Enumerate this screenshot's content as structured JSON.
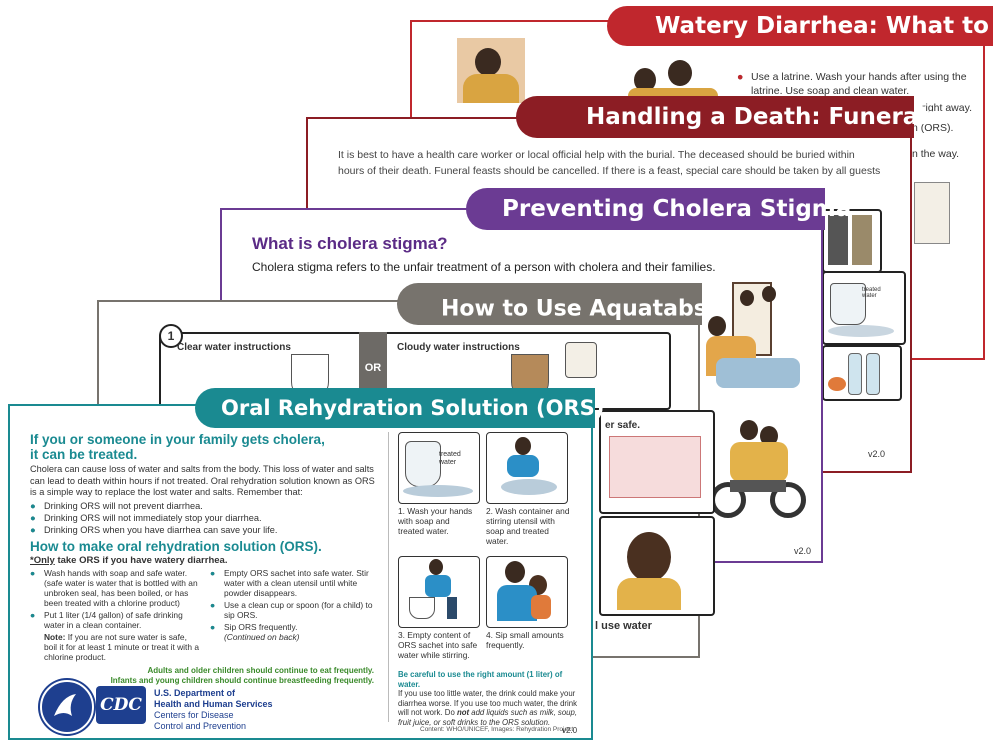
{
  "watery": {
    "title": "Watery Diarrhea: What to Do",
    "line1": "Use a latrine. Wash your hands after using the",
    "line2": "latrine. Use soap and clean water.",
    "frag1": "right away.",
    "frag2": "n (ORS).",
    "frag3": "n the way."
  },
  "funeral": {
    "title": "Handling a Death: Funerals",
    "line1": "It is best to have a health care worker or local official help with the burial. The deceased should be buried within",
    "line2": "hours of their death. Funeral feasts should be cancelled. If there is a feast, special care should be taken by all guests",
    "jug_label": "treated water",
    "version": "v2.0"
  },
  "stigma": {
    "title": "Preventing Cholera Stigma",
    "heading": "What is cholera stigma?",
    "body": "Cholera stigma refers to the unfair treatment of a person with cholera and their families.",
    "version": "v2.0"
  },
  "aquatabs": {
    "title": "How to Use Aquatabs",
    "title_mark": "*",
    "step": "1",
    "clear": "Clear  water instructions",
    "or": "OR",
    "cloudy": "Cloudy water instructions",
    "frag_safe": "er safe.",
    "frag_use": "l use water"
  },
  "ors": {
    "title": "Oral Rehydration Solution (ORS)",
    "h1_line1": "If you or someone in your family gets cholera,",
    "h1_line2": "it can be treated.",
    "intro": "Cholera can cause loss of water and salts from the body. This loss of water and salts can lead to death within hours if not treated. Oral rehydration solution known as ORS is a simple way to replace the lost water and salts. Remember that:",
    "bullets": [
      "Drinking ORS will not prevent diarrhea.",
      "Drinking ORS will not immediately stop your diarrhea.",
      "Drinking ORS when you have diarrhea can save your life."
    ],
    "h2": "How to make oral rehydration solution (ORS).",
    "only_prefix": "*Only",
    "only_rest": " take ORS if you have watery diarrhea.",
    "left_steps": [
      "Wash hands with soap and safe water. (safe water is water that is bottled with an unbroken seal, has been boiled, or has been treated with a chlorine product)",
      "Put 1 liter (1/4 gallon) of safe drinking water in a clean container."
    ],
    "note_label": "Note:",
    "note_text": " If you are not sure water is safe, boil it for at least 1 minute or treat it with a chlorine product.",
    "right_steps": [
      "Empty ORS sachet into safe water. Stir water with a clean utensil until white powder disappears.",
      "Use a clean cup or spoon (for a child) to sip ORS.",
      "Sip ORS frequently."
    ],
    "continued": "(Continued on back)",
    "green1": "Adults and older children should continue to eat frequently.",
    "green2": "Infants and young children should continue breastfeeding frequently.",
    "captions": [
      "1.  Wash your hands with soap and treated water.",
      "2.  Wash container and stirring utensil with soap and treated water.",
      "3.  Empty content of ORS sachet into safe water while stirring.",
      "4.  Sip small amounts frequently."
    ],
    "img_label": "treated water",
    "careful_title": "Be careful to use the right amount (1 liter) of water.",
    "careful_text": "If you use too little water, the drink could make your diarrhea worse. If you use too much water, the drink will not work.",
    "careful_do": " Do ",
    "careful_not": "not",
    "careful_end": " add liquids such as milk, soup, fruit juice, or soft drinks to the ORS solution.",
    "credit": "Content: WHO/UNICEF, Images: Rehydration Project",
    "version": "v2.0",
    "hhs1": "U.S. Department of",
    "hhs2": "Health and Human Services",
    "cdc1": "Centers for Disease",
    "cdc2": "Control and Prevention",
    "cdc_logo": "CDC"
  },
  "colors": {
    "watery": "#c0272d",
    "funeral": "#8c1d24",
    "stigma": "#6b3b93",
    "aquatabs": "#77736d",
    "ors": "#1a8a91",
    "hhs_blue": "#1e3f8f"
  }
}
